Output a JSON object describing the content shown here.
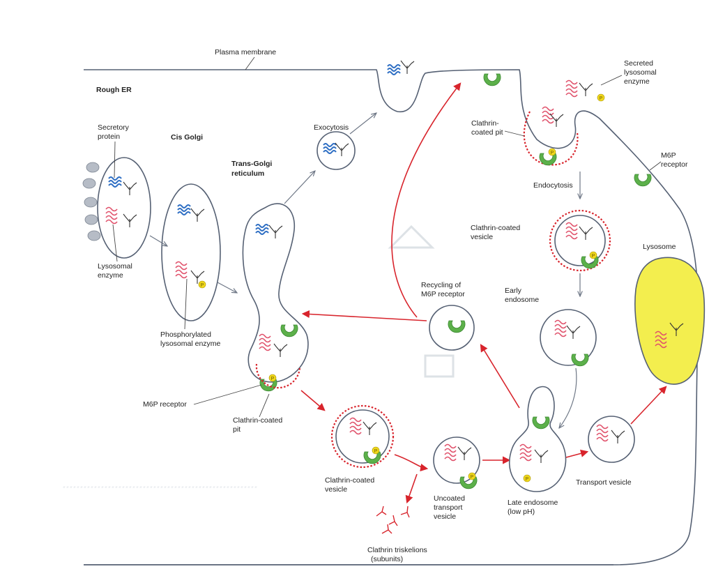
{
  "labels": {
    "plasma_membrane": "Plasma membrane",
    "rough_er": "Rough ER",
    "secretory_protein_1": "Secretory",
    "secretory_protein_2": "protein",
    "cis_golgi": "Cis Golgi",
    "lysosomal_enzyme_1": "Lysosomal",
    "lysosomal_enzyme_2": "enzyme",
    "phosphorylated_1": "Phosphorylated",
    "phosphorylated_2": "lysosomal enzyme",
    "trans_golgi_1": "Trans-Golgi",
    "trans_golgi_2": "reticulum",
    "exocytosis": "Exocytosis",
    "m6p_receptor_left": "M6P receptor",
    "clathrin_pit_left_1": "Clathrin-coated",
    "clathrin_pit_left_2": "pit",
    "clathrin_vesicle_left_1": "Clathrin-coated",
    "clathrin_vesicle_left_2": "vesicle",
    "clathrin_triskelions_1": "Clathrin triskelions",
    "clathrin_triskelions_2": "(subunits)",
    "uncoated_1": "Uncoated",
    "uncoated_2": "transport",
    "uncoated_3": "vesicle",
    "recycling_1": "Recycling of",
    "recycling_2": "M6P receptor",
    "late_endosome_1": "Late endosome",
    "late_endosome_2": "(low pH)",
    "transport_vesicle": "Transport vesicle",
    "clathrin_pit_right_1": "Clathrin-",
    "clathrin_pit_right_2": "coated pit",
    "endocytosis": "Endocytosis",
    "clathrin_vesicle_right_1": "Clathrin-coated",
    "clathrin_vesicle_right_2": "vesicle",
    "early_endosome_1": "Early",
    "early_endosome_2": "endosome",
    "lysosome": "Lysosome",
    "secreted_1": "Secreted",
    "secreted_2": "lysosomal",
    "secreted_3": "enzyme",
    "m6p_receptor_right_1": "M6P",
    "m6p_receptor_right_2": "receptor"
  },
  "colors": {
    "membrane": "#556073",
    "clathrin_coat": "#d8242c",
    "receptor": "#5cb04a",
    "secretory_protein": "#2f6fc4",
    "lysosomal_enzyme": "#e0506a",
    "phosphate": "#f0d81c",
    "lysosome_fill": "#f3ee4e"
  }
}
